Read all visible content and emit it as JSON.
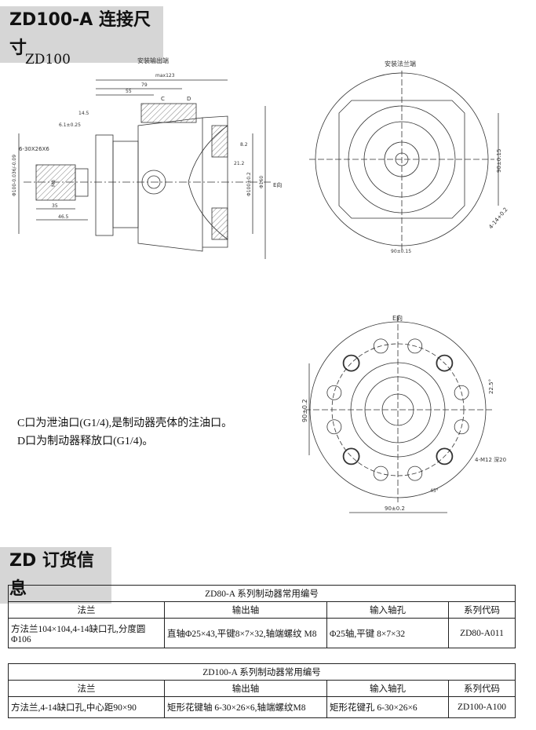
{
  "section1": {
    "title": "ZD100-A 连接尺寸",
    "model": "ZD100"
  },
  "drawing_side": {
    "title": "安装输出端",
    "dims": [
      "max123",
      "79",
      "55",
      "C",
      "D",
      "14.5",
      "6.1±0.25",
      "6-30X26X6",
      "M8",
      "Φ100-0.036/-0.09",
      "35",
      "46.5",
      "8.2",
      "21.2",
      "Φ100±0.2",
      "Φ160",
      "E向"
    ]
  },
  "drawing_flange": {
    "title": "安装法兰端",
    "dims": [
      "90±0.15",
      "4-14+0.2",
      "90±0.15"
    ]
  },
  "drawing_e": {
    "title": "E向",
    "dims": [
      "90±0.2",
      "22.5°",
      "4-M12 深20",
      "45°",
      "90±0.2"
    ]
  },
  "notes": [
    "C口为泄油口(G1/4),是制动器壳体的注油口。",
    "D口为制动器释放口(G1/4)。"
  ],
  "section2": {
    "title": "ZD 订货信息"
  },
  "tables": [
    {
      "title": "ZD80-A 系列制动器常用编号",
      "headers": [
        "法兰",
        "输出轴",
        "输入轴孔",
        "系列代码"
      ],
      "row": [
        "方法兰104×104,4-14缺口孔,分度圆Φ106",
        "直轴Φ25×43,平键8×7×32,轴端螺纹 M8",
        "Φ25轴,平键 8×7×32",
        "ZD80-A011"
      ]
    },
    {
      "title": "ZD100-A 系列制动器常用编号",
      "headers": [
        "法兰",
        "输出轴",
        "输入轴孔",
        "系列代码"
      ],
      "row": [
        "方法兰,4-14缺口孔,中心距90×90",
        "矩形花键轴 6-30×26×6,轴端螺纹M8",
        "矩形花键孔 6-30×26×6",
        "ZD100-A100"
      ]
    }
  ]
}
